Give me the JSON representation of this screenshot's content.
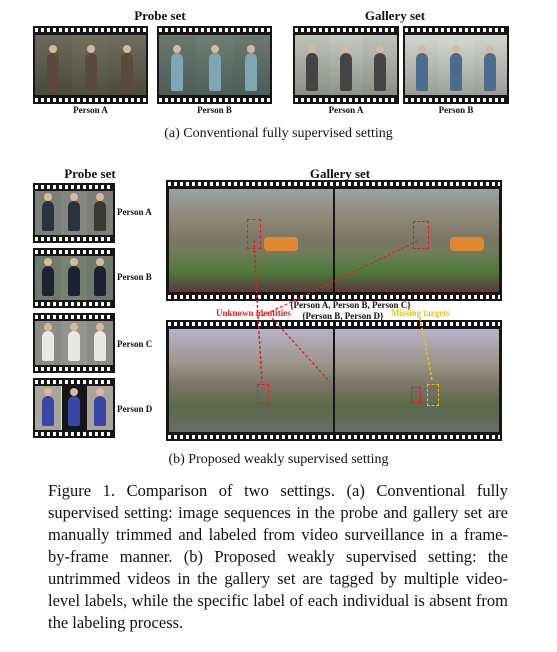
{
  "panel_a": {
    "probe_title": "Probe set",
    "gallery_title": "Gallery set",
    "probe_labels": [
      "Person A",
      "Person B"
    ],
    "gallery_labels": [
      "Person A",
      "Person B"
    ],
    "caption": "(a)  Conventional fully supervised setting"
  },
  "panel_b": {
    "probe_title": "Probe set",
    "gallery_title": "Gallery set",
    "probe_labels": [
      "Person A",
      "Person B",
      "Person C",
      "Person D"
    ],
    "video_labels_1": "{Person A, Person B, Person C}",
    "video_labels_2": "{Person B, Person D}",
    "unknown_identities": "Unknown identities",
    "missing_targets": "Missing targets",
    "caption": "(b)  Proposed weakly supervised setting"
  },
  "figure_caption": "Figure 1. Comparison of two settings. (a) Conventional fully supervised setting: image sequences in the probe and gallery set are manually trimmed and labeled from video surveillance in a frame-by-frame manner. (b) Proposed weakly supervised setting: the untrimmed videos in the gallery set are tagged by multiple video-level labels, while the specific label of each individual is absent from the labeling process.",
  "colors": {
    "red_annot": "#e02020",
    "yellow_annot": "#f0c000",
    "film": "#161616"
  }
}
